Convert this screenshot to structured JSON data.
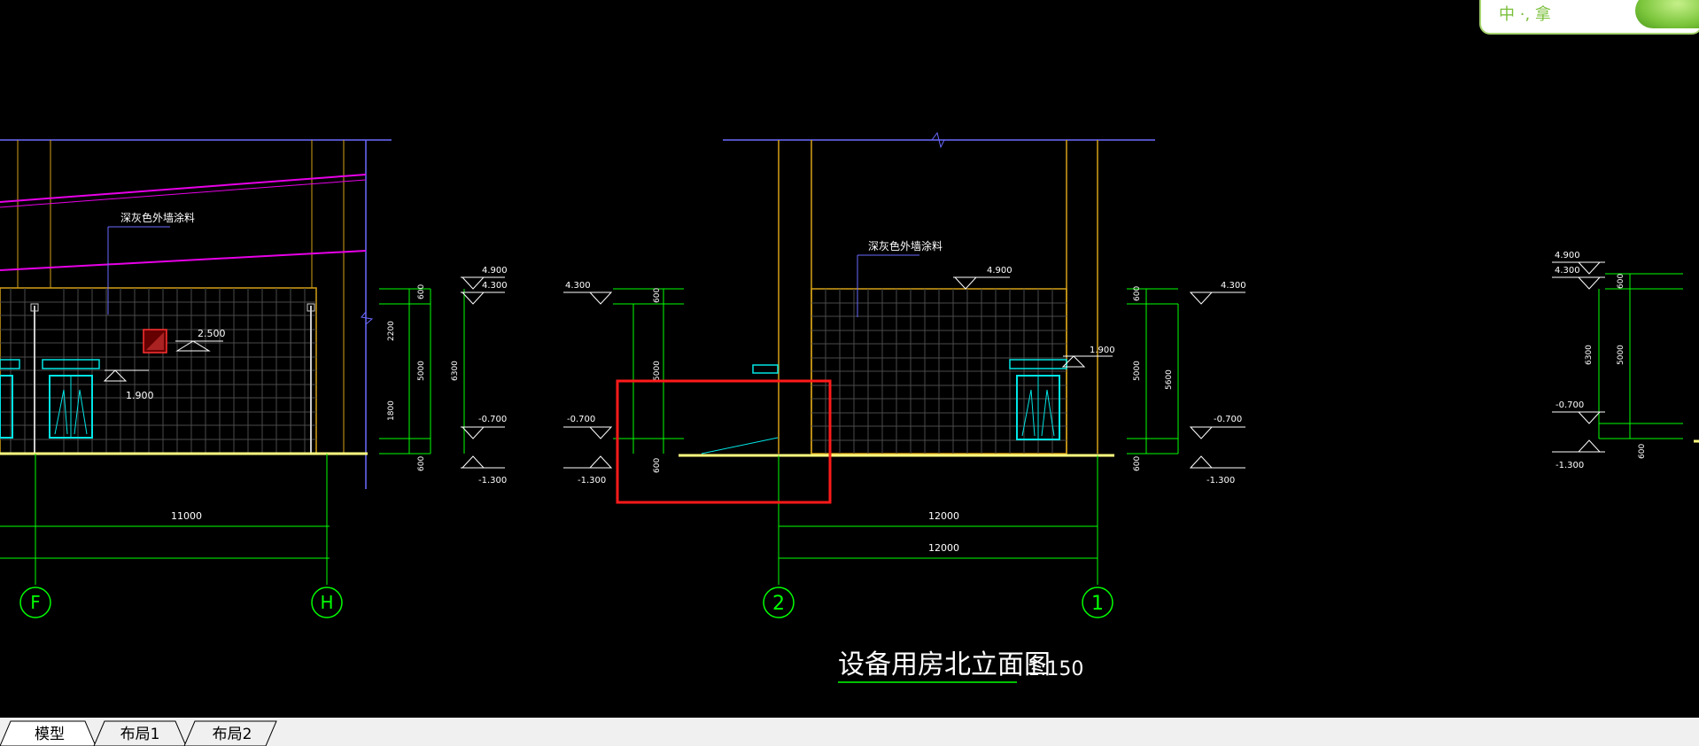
{
  "drawing": {
    "title": "设备用房北立面图",
    "scale": "1:150",
    "material_note_left": "深灰色外墙涂料",
    "material_note_mid": "深灰色外墙涂料",
    "grid_axes": [
      "F",
      "H",
      "2",
      "1"
    ],
    "dims": {
      "span_left": "11000",
      "span_mid_a": "12000",
      "span_mid_b": "12000",
      "d600": "600",
      "d2200": "2200",
      "d1800": "1800",
      "d5000": "5000",
      "d6300": "6300",
      "d5600": "5600"
    },
    "levels": {
      "l4900": "4.900",
      "l4300": "4.300",
      "l2500": "2.500",
      "l1900": "1.900",
      "lm0700": "-0.700",
      "lm1300": "-1.300",
      "lm0700b": "-0.700",
      "l4300b": "4.300",
      "l1900b": "1.900",
      "lm0700c": "-0.700",
      "lm1300b": "-1.300",
      "l4900b": "4.900",
      "l4300c": "4.300",
      "lm0700d": "-0.700",
      "lm1300c": "-1.300",
      "l4900c": "4.900",
      "l4300d": "4.300",
      "lm0700e": "-0.700",
      "lm1300d": "-1.300"
    },
    "colors": {
      "background": "#000000",
      "dimension": "#00ff00",
      "column": "#d4a017",
      "magenta": "#e800e8",
      "blue": "#6a6aff",
      "cyan": "#00e5e5",
      "highlight": "#ff1a1a",
      "ground": "#ffff80"
    }
  },
  "tabs": [
    {
      "label": "模型",
      "active": true
    },
    {
      "label": "布局1",
      "active": false
    },
    {
      "label": "布局2",
      "active": false
    }
  ],
  "ime": {
    "text": "中 ·, 拿"
  }
}
